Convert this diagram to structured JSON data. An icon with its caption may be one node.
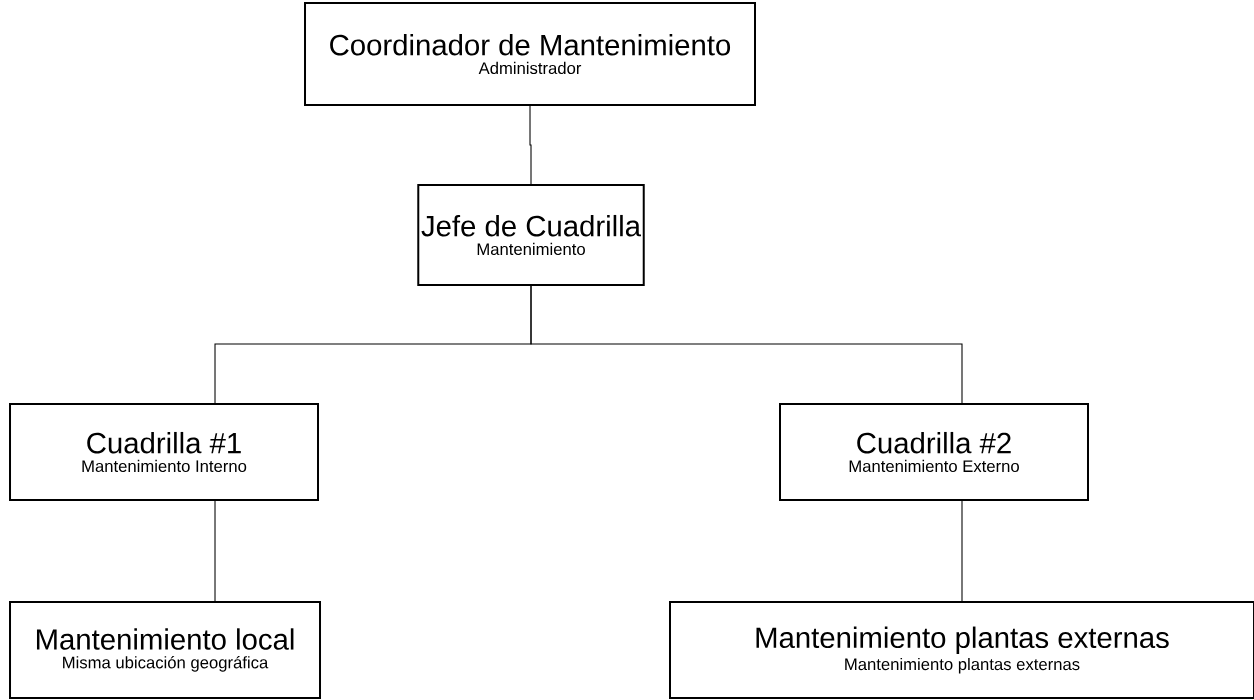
{
  "diagram": {
    "nodes": [
      {
        "text": [
          "Coordinador de Mantenimiento",
          "Administrador"
        ]
      },
      {
        "text": [
          "Jefe de Cuadrilla",
          "Mantenimiento"
        ]
      },
      {
        "text": [
          "Cuadrilla #1",
          "Mantenimiento Interno"
        ]
      },
      {
        "text": [
          "Cuadrilla #2",
          "Mantenimiento Externo"
        ]
      },
      {
        "text": [
          "Mantenimiento local",
          "Misma ubicación geográfica"
        ]
      },
      {
        "text": [
          "Mantenimiento plantas externas",
          "Mantenimiento plantas externas"
        ]
      }
    ],
    "edges": [
      {
        "from": 0,
        "to": 1,
        "arrow": "none"
      },
      {
        "from": 1,
        "to": 2,
        "arrow": "none"
      },
      {
        "from": 1,
        "to": 3,
        "arrow": "none"
      },
      {
        "from": 2,
        "to": 4,
        "arrow": "none"
      },
      {
        "from": 3,
        "to": 5,
        "arrow": "none"
      }
    ]
  }
}
